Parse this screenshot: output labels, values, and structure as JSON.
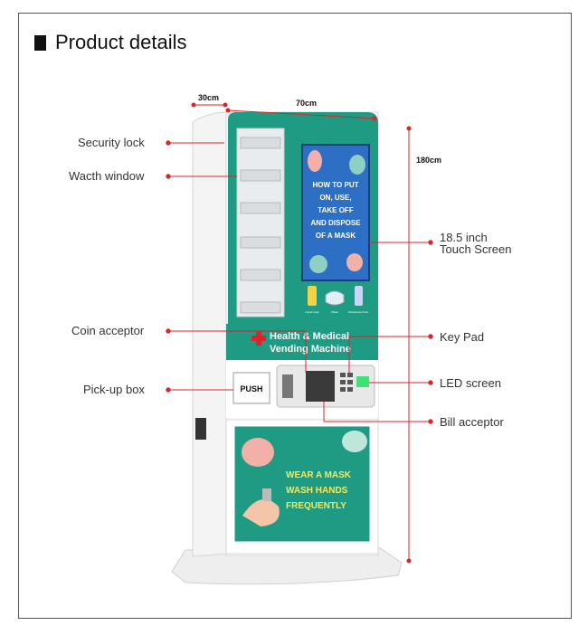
{
  "title": "Product details",
  "dimensions": {
    "depth": "30cm",
    "width": "70cm",
    "height": "180cm"
  },
  "callouts_left": {
    "security_lock": "Security lock",
    "watch_window": "Wacth window",
    "coin_acceptor": "Coin acceptor",
    "pickup_box": "Pick-up box"
  },
  "callouts_right": {
    "touch_screen_line1": "18.5 inch",
    "touch_screen_line2": "Touch Screen",
    "key_pad": "Key Pad",
    "led_screen": "LED screen",
    "bill_acceptor": "Bill acceptor"
  },
  "machine": {
    "brand_line1": "Health & Medical",
    "brand_line2": "Vending Machine",
    "push_label": "PUSH",
    "screen_text": [
      "HOW TO PUT",
      "ON, USE,",
      "TAKE OFF",
      "AND DISPOSE",
      "OF A MASK"
    ],
    "product_labels": [
      "Liquid soap",
      "Mask",
      "Disinfectant fluid"
    ],
    "poster_text": [
      "WEAR A MASK",
      "WASH HANDS",
      "FREQUENTLY"
    ]
  },
  "colors": {
    "machine_green": "#1f9a83",
    "leader_red": "#d8262b",
    "screen_blue": "#2d6fc4",
    "poster_yellow": "#f6ea5a",
    "cross_red": "#e0222a"
  }
}
